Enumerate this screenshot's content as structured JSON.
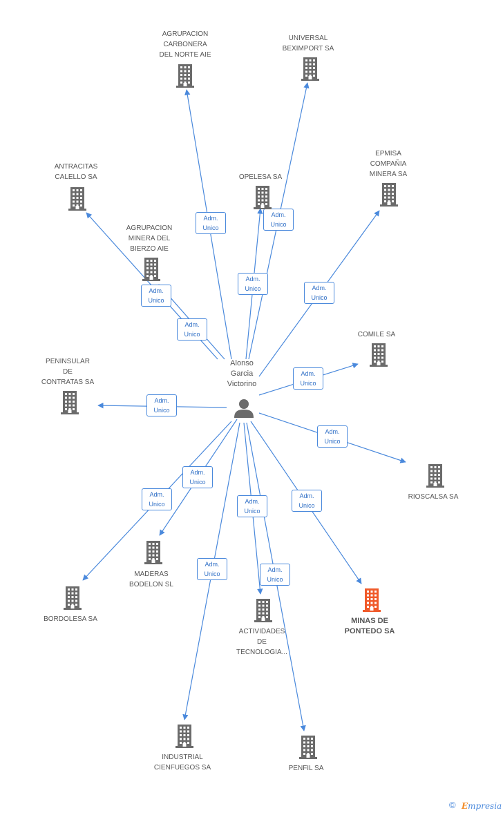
{
  "colors": {
    "edge": "#4a89dc",
    "building": "#6b6b6b",
    "highlight": "#f05a2a",
    "role_text": "#2f6fc6"
  },
  "center": {
    "name": "Alonso\nGarcia\nVictorino",
    "icon": "person-icon"
  },
  "role_label": "Adm.\nUnico",
  "companies": [
    {
      "id": "agrupacion-carbonera",
      "name": "AGRUPACION\nCARBONERA\nDEL NORTE AIE",
      "icon": "building-icon"
    },
    {
      "id": "universal-beximport",
      "name": "UNIVERSAL\nBEXIMPORT SA",
      "icon": "building-icon"
    },
    {
      "id": "antracitas-calello",
      "name": "ANTRACITAS\nCALELLO SA",
      "icon": "building-icon"
    },
    {
      "id": "opelesa",
      "name": "OPELESA SA",
      "icon": "building-icon"
    },
    {
      "id": "epmisa",
      "name": "EPMISA\nCOMPAÑIA\nMINERA SA",
      "icon": "building-icon"
    },
    {
      "id": "agrupacion-minera",
      "name": "AGRUPACION\nMINERA DEL\nBIERZO AIE",
      "icon": "building-icon"
    },
    {
      "id": "comile",
      "name": "COMILE SA",
      "icon": "building-icon"
    },
    {
      "id": "peninsular",
      "name": "PENINSULAR\nDE\nCONTRATAS SA",
      "icon": "building-icon"
    },
    {
      "id": "rioscalsa",
      "name": "RIOSCALSA SA",
      "icon": "building-icon"
    },
    {
      "id": "maderas-bodelon",
      "name": "MADERAS\nBODELON SL",
      "icon": "building-icon"
    },
    {
      "id": "bordolesa",
      "name": "BORDOLESA SA",
      "icon": "building-icon"
    },
    {
      "id": "minas-pontedo",
      "name": "MINAS DE\nPONTEDO SA",
      "icon": "building-icon",
      "highlight": true
    },
    {
      "id": "actividades",
      "name": "ACTIVIDADES\nDE\nTECNOLOGIA...",
      "icon": "building-icon"
    },
    {
      "id": "industrial-cienfuegos",
      "name": "INDUSTRIAL\nCIENFUEGOS SA",
      "icon": "building-icon"
    },
    {
      "id": "penfil",
      "name": "PENFIL SA",
      "icon": "building-icon"
    }
  ],
  "footer": {
    "copyright": "©",
    "brand_first": "E",
    "brand_rest": "mpresia"
  }
}
